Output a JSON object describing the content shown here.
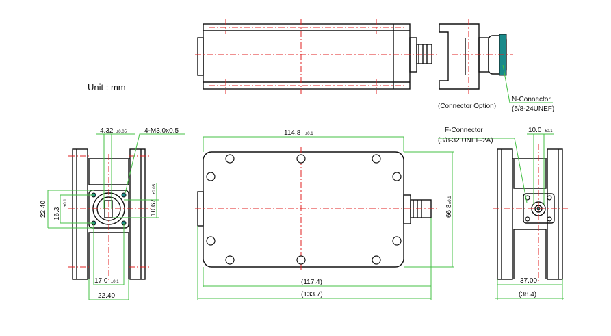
{
  "unit_label": "Unit : mm",
  "top_view": {
    "connector_option": "(Connector Option)",
    "n_connector": "N-Connector",
    "n_connector_thread": "(5/8-24UNEF)"
  },
  "front_view": {
    "dim_4_32": "4.32",
    "tol_4_32": "±0.05",
    "thread": "4-M3.0x0.5",
    "dim_22_40_v": "22.40",
    "dim_16_3": "16.3",
    "tol_16_3": "±0.1",
    "dim_10_67": "10.67",
    "tol_10_67": "±0.05",
    "dim_17_0": "17.0",
    "tol_17_0": "±0.1",
    "dim_22_40_h": "22.40"
  },
  "main_view": {
    "dim_114_8": "114.8",
    "tol_114_8": "±0.1",
    "dim_66_8": "66.8",
    "tol_66_8": "±0.1",
    "dim_117_4": "(117.4)",
    "dim_133_7": "(133.7)"
  },
  "side_view": {
    "f_connector": "F-Connector",
    "f_connector_thread": "(3/8-32 UNEF-2A)",
    "dim_10_0": "10.0",
    "tol_10_0": "±0.1",
    "dim_37_00": "37.00",
    "dim_38_4": "(38.4)"
  }
}
